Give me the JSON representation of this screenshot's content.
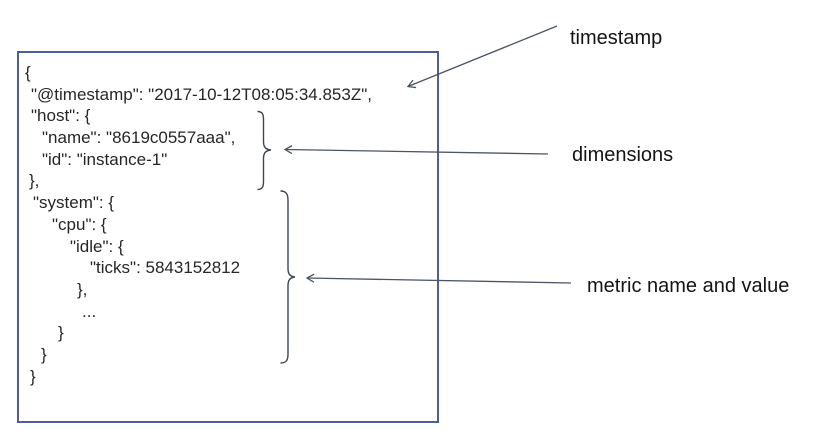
{
  "document": {
    "format": "json",
    "lines": [
      "{",
      "\"@timestamp\": \"2017-10-12T08:05:34.853Z\",",
      "\"host\": {",
      "\"name\": \"8619c0557aaa\",",
      "\"id\": \"instance-1\"",
      "},",
      "\"system\": {",
      "\"cpu\": {",
      "\"idle\": {",
      "\"ticks\": 5843152812",
      "},",
      "...",
      "}",
      "}",
      "}"
    ]
  },
  "annotations": {
    "timestamp": "timestamp",
    "dimensions": "dimensions",
    "metric": "metric name and value"
  },
  "colors": {
    "box_border": "#4d5e98",
    "arrow_line": "#4b5563",
    "brace_stroke": "#3d4553",
    "code_text": "#262626",
    "label_text": "#141414"
  }
}
